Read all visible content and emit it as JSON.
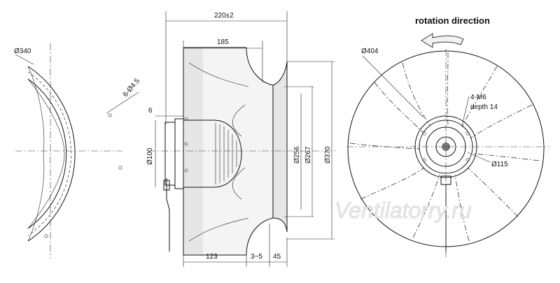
{
  "diagram": {
    "side_view": {
      "diameter_label": "Ø340",
      "holes_label": "6-Ø4.5"
    },
    "section_view": {
      "overall_length": "220±2",
      "impeller_length": "185",
      "flange_thickness": "6",
      "motor_diameter": "Ø100",
      "inlet_diameter": "Ø256",
      "inlet_ring_diameter": "Ø267",
      "outer_diameter": "Ø370",
      "motor_length": "123",
      "gap": "3~5",
      "ring_width": "45"
    },
    "front_view": {
      "rotation_label": "rotation direction",
      "impeller_diameter": "Ø404",
      "thread_label": "4-M6",
      "depth_label": "depth 14",
      "hub_diameter": "Ø115"
    },
    "watermark": "Ventilatorry.ru"
  }
}
